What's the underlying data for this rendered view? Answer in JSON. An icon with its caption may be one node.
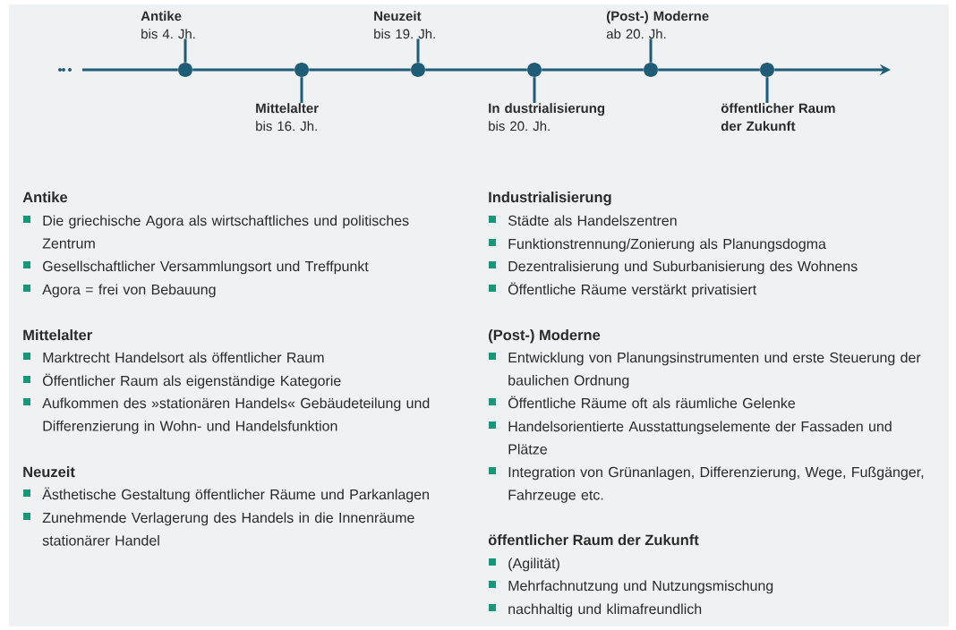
{
  "diagram": {
    "nodes": [
      {
        "text": [
          "Antike",
          "bis 4. Jh."
        ]
      },
      {
        "text": [
          "Mittelalter",
          "bis 16. Jh."
        ]
      },
      {
        "text": [
          "Neuzeit",
          "bis 19. Jh."
        ]
      },
      {
        "text": [
          "In dustrialisierung",
          "bis 20. Jh."
        ]
      },
      {
        "text": [
          "(Post-) Moderne",
          "ab 20. Jh."
        ]
      },
      {
        "text": [
          "öffentlicher Raum der Zukunft"
        ]
      },
      {
        "text": [],
        "shape": "circle"
      },
      {
        "text": [],
        "shape": "circle"
      },
      {
        "text": [],
        "shape": "circle"
      },
      {
        "text": [],
        "shape": "circle"
      },
      {
        "text": [],
        "shape": "circle"
      },
      {
        "text": [],
        "shape": "circle"
      }
    ],
    "edges": [
      {
        "from": null,
        "to": 6,
        "arrow": "none"
      },
      {
        "from": 6,
        "to": 7,
        "arrow": "none"
      },
      {
        "from": 7,
        "to": 8,
        "arrow": "none"
      },
      {
        "from": 8,
        "to": 9,
        "arrow": "none"
      },
      {
        "from": 9,
        "to": 10,
        "arrow": "none"
      },
      {
        "from": 10,
        "to": 11,
        "arrow": "none"
      },
      {
        "from": 11,
        "to": null,
        "arrow": "to"
      },
      {
        "from": 6,
        "to": 0,
        "arrow": "none"
      },
      {
        "from": 7,
        "to": 1,
        "arrow": "none"
      },
      {
        "from": 8,
        "to": 2,
        "arrow": "none"
      },
      {
        "from": 9,
        "to": 3,
        "arrow": "none"
      },
      {
        "from": 10,
        "to": 4,
        "arrow": "none"
      },
      {
        "from": 11,
        "to": 5,
        "arrow": "none"
      }
    ],
    "labels": [
      "Antike",
      "Die griechische Agora als wirtschaftliches und politisches Zentrum",
      "Gesellschaftlicher Versammlungsort und Treffpunkt",
      "Agora = frei von Bebauung",
      "Mittelalter",
      "Marktrecht Handelsort als öffentlicher Raum",
      "Öffentlicher Raum als eigenständige Kategorie",
      "Aufkommen des »stationären Handels« Gebäudeteilung und Differenzierung in Wohn- und Handelsfunktion",
      "Neuzeit",
      "Ästhetische Gestaltung öffentlicher Räume und Parkanlagen",
      "Zunehmende Verlagerung des Handels in die Innenräume stationärer Handel",
      "Industrialisierung",
      "Städte als Handelszentren",
      "Funktionstrennung/Zonierung als Planungsdogma",
      "Dezentralisierung und Suburbanisierung des Wohnens",
      "Öffentliche Räume verstärkt privatisiert",
      "(Post-) Moderne",
      "Entwicklung von Planungsinstrumenten und erste Steuerung der baulichen Ordnung",
      "Öffentliche Räume oft als räumliche Gelenke",
      "Handelsorientierte Ausstattungselemente der Fassaden und Plätze",
      "Integration von Grünanlagen, Differenzierung, Wege, Fußgänger, Fahrzeuge etc.",
      "öffentlicher Raum der Zukunft",
      "(Agilität)",
      "Mehrfachnutzung und Nutzungsmischung",
      "nachhaltig und klimafreundlich"
    ]
  }
}
